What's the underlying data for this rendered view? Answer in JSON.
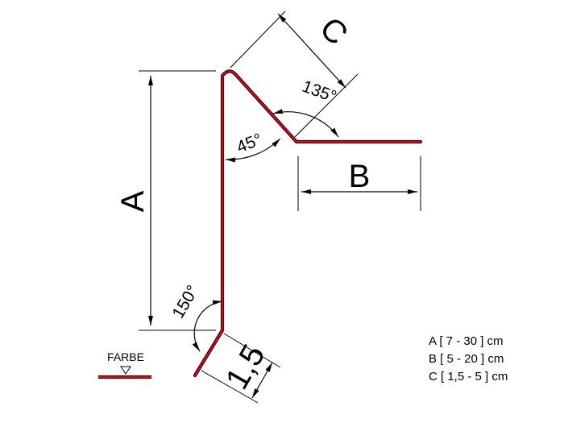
{
  "colors": {
    "profile": "#e8001c",
    "line": "#000000"
  },
  "labels": {
    "a": "A",
    "b": "B",
    "c": "C",
    "hem": "1,5",
    "angle_135": "135°",
    "angle_45": "45°",
    "angle_150": "150°",
    "farbe": "FARBE"
  },
  "legend": [
    "A [ 7 - 30 ] cm",
    "B [ 5 - 20 ] cm",
    "C [ 1,5 - 5 ] cm"
  ]
}
